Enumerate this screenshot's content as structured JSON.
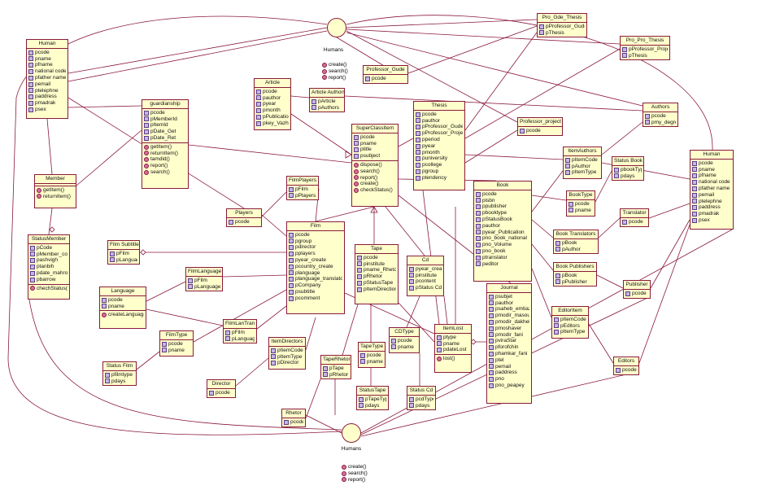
{
  "classes": [
    {
      "id": "human_left",
      "title": "Human",
      "attrs": [
        "pcode",
        "pname",
        "pfname",
        "national code",
        "pfather name",
        "pemail",
        "ptelephne",
        "paddress",
        "pmadrak",
        "psex"
      ],
      "ops": []
    },
    {
      "id": "member",
      "title": "Member",
      "attrs": [],
      "ops": [
        "getItem()",
        "returnItem()"
      ]
    },
    {
      "id": "status_member",
      "title": "StatusMember",
      "attrs": [
        "pCode",
        "pMember_code",
        "pashvigh",
        "ptanbih",
        "pdate_mahrom",
        "pbarrow"
      ],
      "ops": [
        "chechStatus()"
      ]
    },
    {
      "id": "guardianship",
      "title": "guardianship",
      "attrs": [
        "pcode",
        "pMemberId",
        "pItemId",
        "pDate_Get",
        "pDate_Ret"
      ],
      "ops": [
        "getItem()",
        "returnItem()",
        "tamdid()",
        "report()",
        "search()"
      ]
    },
    {
      "id": "article",
      "title": "Article",
      "attrs": [
        "pcode",
        "pauthor",
        "pyear",
        "pmonth",
        "pPublication",
        "pkey_Vazheh"
      ],
      "ops": []
    },
    {
      "id": "article_authors",
      "title": "Article Authors",
      "attrs": [
        "pArticle",
        "pAuthors"
      ],
      "ops": []
    },
    {
      "id": "professor_gude",
      "title": "Professor_Gude",
      "attrs": [
        "pcode"
      ],
      "ops": []
    },
    {
      "id": "pro_gde_thesis",
      "title": "Pro_Gde_Thesis",
      "attrs": [
        "pProfessor_Gude",
        "pThesis"
      ],
      "ops": []
    },
    {
      "id": "pro_pro_thesis",
      "title": "Pro_Pro_Thesis",
      "attrs": [
        "pProfessor_Proje...",
        "pThesis"
      ],
      "ops": []
    },
    {
      "id": "professor_project",
      "title": "Professor_project",
      "attrs": [
        "pcode"
      ],
      "ops": []
    },
    {
      "id": "authors",
      "title": "Authors",
      "attrs": [
        "pcode",
        "pmy_degree"
      ],
      "ops": []
    },
    {
      "id": "thesis",
      "title": "Thesis",
      "attrs": [
        "pcode",
        "pauthor",
        "pProfessor_Gude",
        "pProfessor_Project",
        "pperiod",
        "pyear",
        "pmonth",
        "puniversity",
        "pcollege",
        "pgroup",
        "ptendency"
      ],
      "ops": []
    },
    {
      "id": "superclass",
      "title": "SuperClassItem",
      "attrs": [
        "pcode",
        "pname",
        "ptitle",
        "psubject"
      ],
      "ops": [
        "dispose()",
        "search()",
        "report()",
        "create()",
        "checkStatus()"
      ]
    },
    {
      "id": "film_players",
      "title": "FilmPlayers",
      "attrs": [
        "pFilm",
        "pPlayers"
      ],
      "ops": []
    },
    {
      "id": "players",
      "title": "Players",
      "attrs": [
        "pcode"
      ],
      "ops": []
    },
    {
      "id": "film",
      "title": "Film",
      "attrs": [
        "pcode",
        "pgroup",
        "pdirector",
        "pplayers",
        "pyear_create",
        "pcountry_create",
        "planguage",
        "planguage_translator",
        "pCompany",
        "psubtitle",
        "pcomment"
      ],
      "ops": []
    },
    {
      "id": "film_subtitle",
      "title": "Film Subtitle",
      "attrs": [
        "pFilm",
        "pLanguage"
      ],
      "ops": []
    },
    {
      "id": "film_language",
      "title": "FilmLanguage",
      "attrs": [
        "pFilm",
        "pLanguage"
      ],
      "ops": []
    },
    {
      "id": "language",
      "title": "Language",
      "attrs": [
        "pcode",
        "pname"
      ],
      "ops": [
        "createLanguag()"
      ]
    },
    {
      "id": "film_lan_tran",
      "title": "FilmLanTran",
      "attrs": [
        "pFilm",
        "pLanguage"
      ],
      "ops": []
    },
    {
      "id": "film_type",
      "title": "FilmType",
      "attrs": [
        "pcode",
        "pname"
      ],
      "ops": []
    },
    {
      "id": "status_film",
      "title": "Status Film",
      "attrs": [
        "pfilmtype",
        "pdays"
      ],
      "ops": []
    },
    {
      "id": "director",
      "title": "Director",
      "attrs": [
        "pcode"
      ],
      "ops": []
    },
    {
      "id": "item_directors",
      "title": "ItemDirectors",
      "attrs": [
        "pItemCode",
        "pItemType",
        "pDirector"
      ],
      "ops": []
    },
    {
      "id": "tape_rhetor",
      "title": "TapeRhetor",
      "attrs": [
        "pTape",
        "pRhetor"
      ],
      "ops": []
    },
    {
      "id": "rhetor",
      "title": "Rhetor",
      "attrs": [
        "pcode"
      ],
      "ops": []
    },
    {
      "id": "tape",
      "title": "Tape",
      "attrs": [
        "pcode",
        "pinstitute",
        "pname_Rhetor",
        "pRhetor",
        "pStatusTape",
        "pItemDirection"
      ],
      "ops": []
    },
    {
      "id": "tape_type",
      "title": "TapeType",
      "attrs": [
        "pcode",
        "pname"
      ],
      "ops": []
    },
    {
      "id": "status_tape",
      "title": "StatusTape",
      "attrs": [
        "pTapeType",
        "pdays"
      ],
      "ops": []
    },
    {
      "id": "cd",
      "title": "Cd",
      "attrs": [
        "pyear_create",
        "pinstitute",
        "pcontent",
        "pStatus Cd"
      ],
      "ops": []
    },
    {
      "id": "cd_type",
      "title": "CDType",
      "attrs": [
        "pcode",
        "pname"
      ],
      "ops": []
    },
    {
      "id": "status_cd",
      "title": "Status Cd",
      "attrs": [
        "pcdType",
        "pdays"
      ],
      "ops": []
    },
    {
      "id": "item_lost",
      "title": "ItemLost",
      "attrs": [
        "ptype",
        "pname",
        "pdateLost"
      ],
      "ops": [
        "lost()"
      ]
    },
    {
      "id": "book",
      "title": "Book",
      "attrs": [
        "pcode",
        "pisbn",
        "ppublisher",
        "pbooktype",
        "pStatusBook",
        "pauthor",
        "pyear_Publication",
        "pno_book_national",
        "pno_Volume",
        "pno_book",
        "ptranslator",
        "peditor"
      ],
      "ops": []
    },
    {
      "id": "journal",
      "title": "Journal",
      "attrs": [
        "psubjet",
        "pauthor",
        "psaheb_emtiaz",
        "pmodir_masoul",
        "pmodir_dakheli",
        "pmoshaver",
        "pmodir_fani",
        "pviraStar",
        "pforofchin",
        "phamkar_fani",
        "ptel",
        "pemail",
        "paddress",
        "pno",
        "pno_peapey"
      ],
      "ops": []
    },
    {
      "id": "item_authors",
      "title": "ItemAuthors",
      "attrs": [
        "pItemCode",
        "pAuthor",
        "pItemType"
      ],
      "ops": []
    },
    {
      "id": "status_book",
      "title": "Status Book",
      "attrs": [
        "pbookType",
        "pdays"
      ],
      "ops": []
    },
    {
      "id": "book_type",
      "title": "BookType",
      "attrs": [
        "pcode",
        "pname"
      ],
      "ops": []
    },
    {
      "id": "translator",
      "title": "Translator",
      "attrs": [
        "pcode"
      ],
      "ops": []
    },
    {
      "id": "book_translators",
      "title": "Book Translators",
      "attrs": [
        "pBook",
        "pAuthor"
      ],
      "ops": []
    },
    {
      "id": "book_publishers",
      "title": "Book Publishers",
      "attrs": [
        "pBook",
        "pPublisher"
      ],
      "ops": []
    },
    {
      "id": "publisher",
      "title": "Publisher",
      "attrs": [
        "pcode"
      ],
      "ops": []
    },
    {
      "id": "editor_item",
      "title": "EditorItem",
      "attrs": [
        "pItemCode",
        "pEditors",
        "pItemType"
      ],
      "ops": []
    },
    {
      "id": "editors",
      "title": "Editors",
      "attrs": [
        "pcode"
      ],
      "ops": []
    },
    {
      "id": "human_right",
      "title": "Human",
      "attrs": [
        "pcode",
        "pname",
        "pfname",
        "national code",
        "pfather name",
        "pemail",
        "ptelephne",
        "paddress",
        "pmadrak",
        "psex"
      ],
      "ops": []
    }
  ],
  "interfaces": [
    {
      "id": "humans_top",
      "label": "Humans",
      "ops": [
        "create()",
        "search()",
        "report()"
      ]
    },
    {
      "id": "humans_bottom",
      "label": "Humans",
      "ops": [
        "create()",
        "search()",
        "report()"
      ]
    }
  ],
  "colors": {
    "class_fill": "#ffffcc",
    "border": "#8a1a3c",
    "wire": "#8a1a3c"
  }
}
